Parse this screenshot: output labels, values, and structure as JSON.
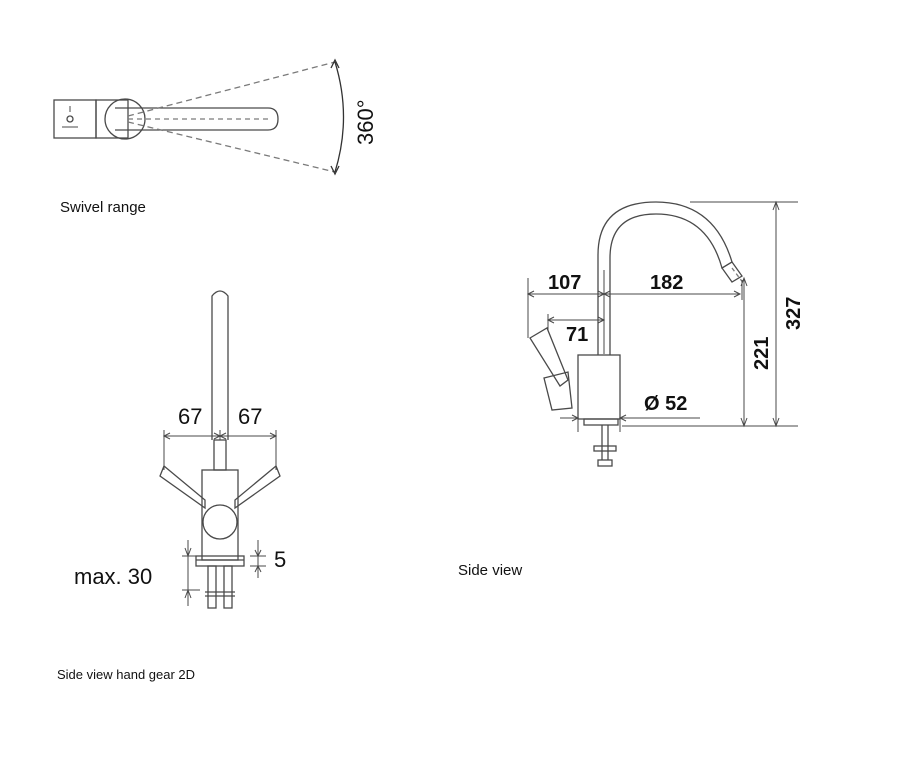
{
  "captions": {
    "swivel": "Swivel range",
    "side": "Side view",
    "hand": "Side view hand gear 2D"
  },
  "swivel": {
    "angle": "360°"
  },
  "hand_gear": {
    "left": "67",
    "right": "67",
    "max": "max. 30",
    "small": "5"
  },
  "side_view": {
    "d107": "107",
    "d182": "182",
    "d71": "71",
    "d52": "Ø 52",
    "d221": "221",
    "d327": "327"
  },
  "colors": {
    "line": "#4a4a4a",
    "dash": "#7a7a7a"
  }
}
